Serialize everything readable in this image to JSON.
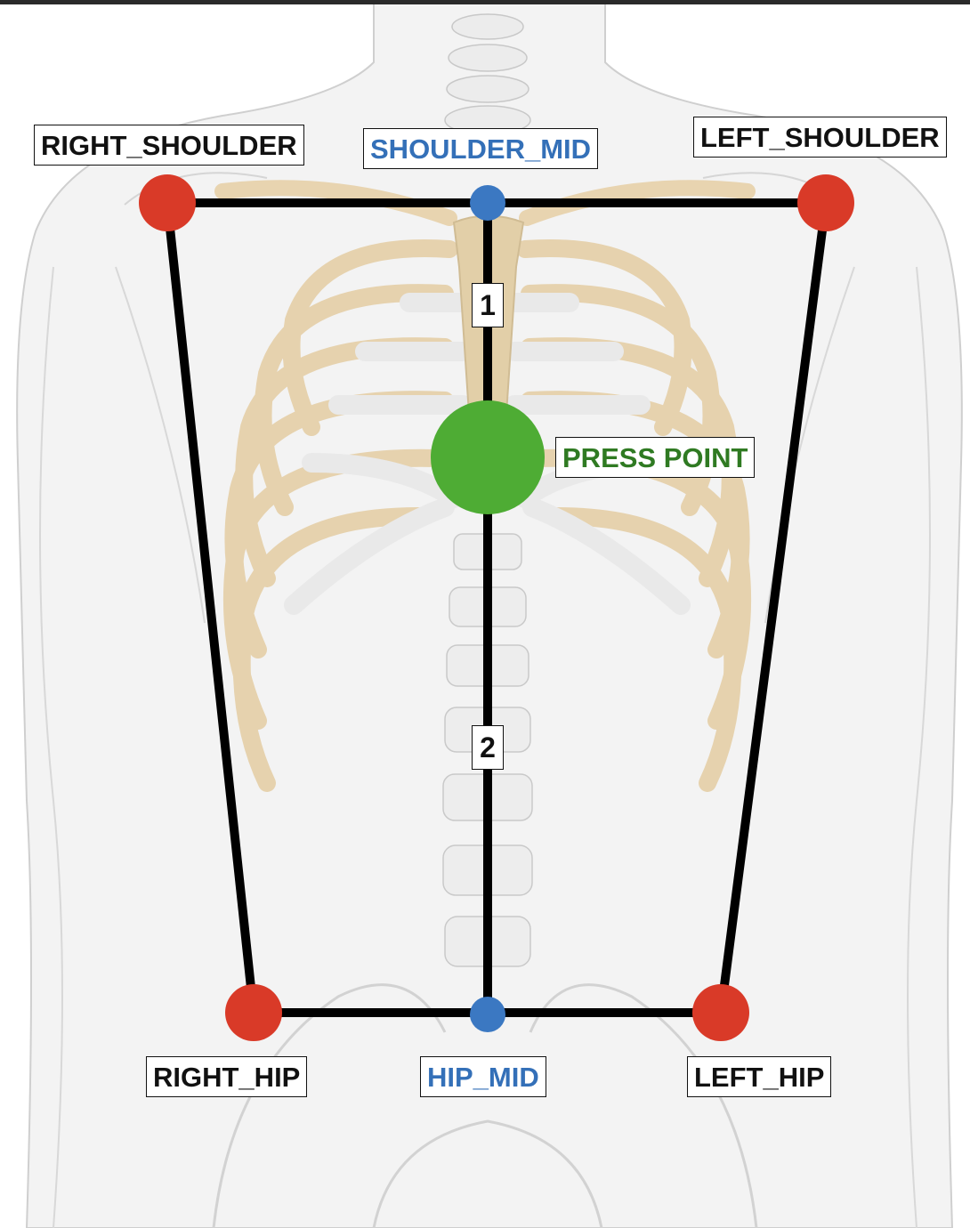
{
  "colors": {
    "joint": "#d93a28",
    "midpoint": "#3b78c2",
    "press_point": "#4eac34",
    "press_label": "#2f7a22",
    "mid_label": "#3470b8",
    "line": "#000000",
    "bone": "#e8d4b0",
    "cartilage": "#ededed",
    "body_outline": "#cfcfcf"
  },
  "labels": {
    "right_shoulder": "RIGHT_SHOULDER",
    "shoulder_mid": "SHOULDER_MID",
    "left_shoulder": "LEFT_SHOULDER",
    "press_point": "PRESS POINT",
    "right_hip": "RIGHT_HIP",
    "hip_mid": "HIP_MID",
    "left_hip": "LEFT_HIP"
  },
  "segments": {
    "upper": "1",
    "lower": "2"
  }
}
